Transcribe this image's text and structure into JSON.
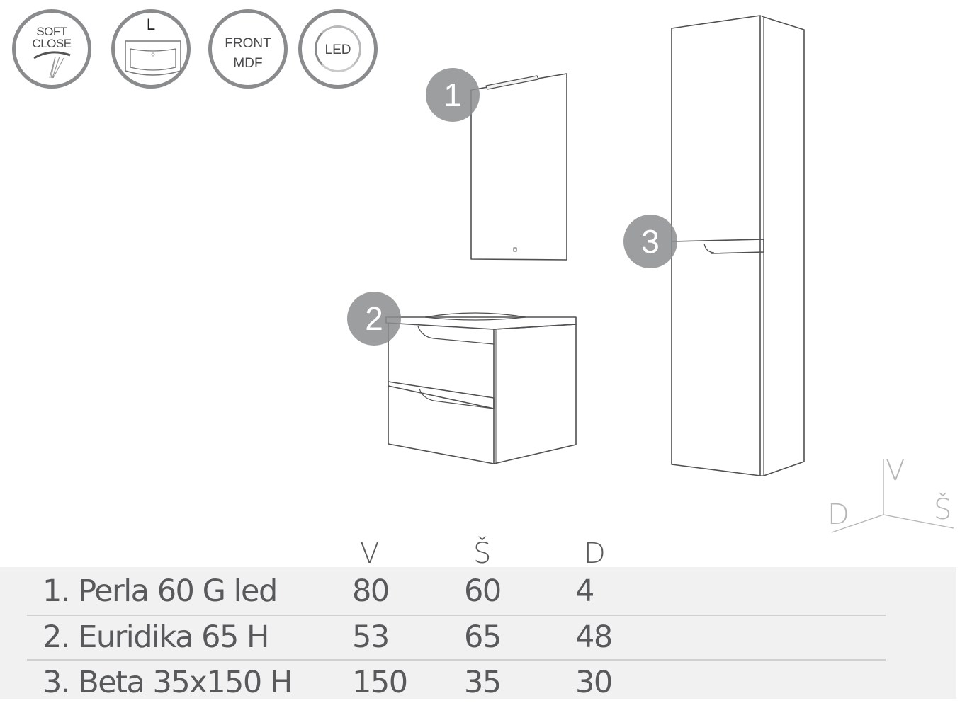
{
  "feature_icons": [
    {
      "id": "soft-close",
      "icon": "soft-close-hinge-icon",
      "line1": "SOFT",
      "line2": "CLOSE"
    },
    {
      "id": "basin-left",
      "icon": "washbasin-left-icon",
      "label": "L"
    },
    {
      "id": "front-mdf",
      "icon": "front-mdf-icon",
      "line1": "FRONT",
      "line2": "MDF"
    },
    {
      "id": "led",
      "icon": "led-light-icon",
      "label": "LED"
    }
  ],
  "badges": [
    {
      "number": "1",
      "item": "mirror"
    },
    {
      "number": "2",
      "item": "vanity-cabinet-with-basin"
    },
    {
      "number": "3",
      "item": "tall-column-cabinet"
    }
  ],
  "axis_legend": {
    "v": "V",
    "s": "Š",
    "d": "D"
  },
  "table": {
    "headers": {
      "v": "V",
      "s": "Š",
      "d": "D"
    },
    "rows": [
      {
        "name": "1. Perla 60 G led",
        "v": "80",
        "s": "60",
        "d": "4"
      },
      {
        "name": "2. Euridika 65 H",
        "v": "53",
        "s": "65",
        "d": "48"
      },
      {
        "name": "3. Beta 35x150 H",
        "v": "150",
        "s": "35",
        "d": "30"
      }
    ]
  },
  "colors": {
    "badge": "#8c8d8f",
    "icon_ring": "#8a8b8d",
    "table_bg": "#f1f1f2",
    "text": "#58595b",
    "axis": "#b5b6b8",
    "line": "#555555"
  }
}
